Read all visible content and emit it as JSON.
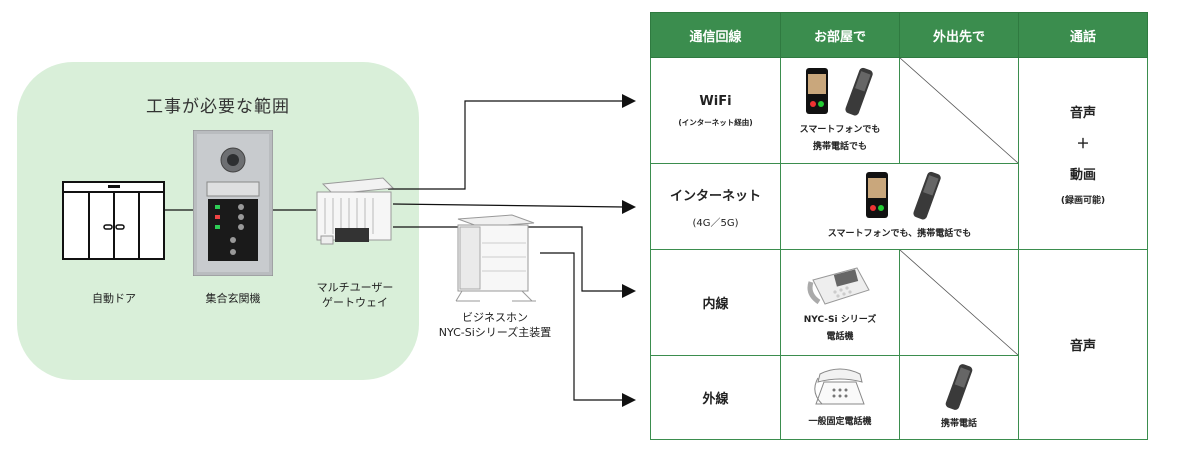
{
  "zone": {
    "title": "工事が必要な範囲"
  },
  "devices": {
    "auto_door": "自動ドア",
    "entrance": "集合玄関機",
    "gateway_line1": "マルチユーザー",
    "gateway_line2": "ゲートウェイ",
    "pbx_line1": "ビジネスホン",
    "pbx_line2": "NYC-Siシリーズ主装置"
  },
  "table": {
    "headers": [
      "通信回線",
      "お部屋で",
      "外出先で",
      "通話"
    ],
    "rows": {
      "wifi": {
        "name": "WiFi",
        "sub": "(インターネット経由)",
        "room_label1": "スマートフォンでも",
        "room_label2": "携帯電話でも"
      },
      "internet": {
        "name": "インターネット",
        "sub": "(4G／5G)",
        "label": "スマートフォンでも、携帯電話でも"
      },
      "naisen": {
        "name": "内線",
        "room_label1": "NYC-Si シリーズ",
        "room_label2": "電話機"
      },
      "gaisen": {
        "name": "外線",
        "room_label": "一般固定電話機",
        "out_label": "携帯電話"
      }
    },
    "call_top": {
      "l1": "音声",
      "l2": "＋",
      "l3": "動画",
      "l4": "(録画可能)"
    },
    "call_bottom": "音声"
  },
  "colors": {
    "header_green": "#3b8d4e",
    "zone_green": "#d9efd9"
  }
}
